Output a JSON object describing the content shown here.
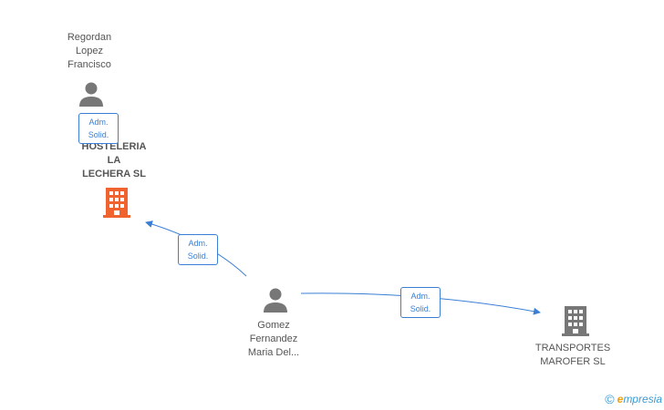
{
  "nodes": {
    "regordan": {
      "name": "Regordan\nLopez\nFrancisco",
      "type": "person",
      "color": "#777777"
    },
    "hosteleria": {
      "name": "HOSTELERIA\nLA\nLECHERA SL",
      "type": "company",
      "color": "#f0632f"
    },
    "gomez": {
      "name": "Gomez\nFernandez\nMaria Del...",
      "type": "person",
      "color": "#777777"
    },
    "transportes": {
      "name": "TRANSPORTES\nMAROFER SL",
      "type": "company",
      "color": "#777777"
    }
  },
  "edges": [
    {
      "from": "regordan",
      "to": "hosteleria",
      "label_line1": "Adm.",
      "label_line2": "Solid."
    },
    {
      "from": "gomez",
      "to": "hosteleria",
      "label_line1": "Adm.",
      "label_line2": "Solid."
    },
    {
      "from": "gomez",
      "to": "transportes",
      "label_line1": "Adm.",
      "label_line2": "Solid."
    }
  ],
  "colors": {
    "edge": "#3a7fd5",
    "label_border": "#3a7fd5"
  },
  "watermark": {
    "symbol": "©",
    "brand_initial": "e",
    "brand_rest": "mpresia"
  }
}
